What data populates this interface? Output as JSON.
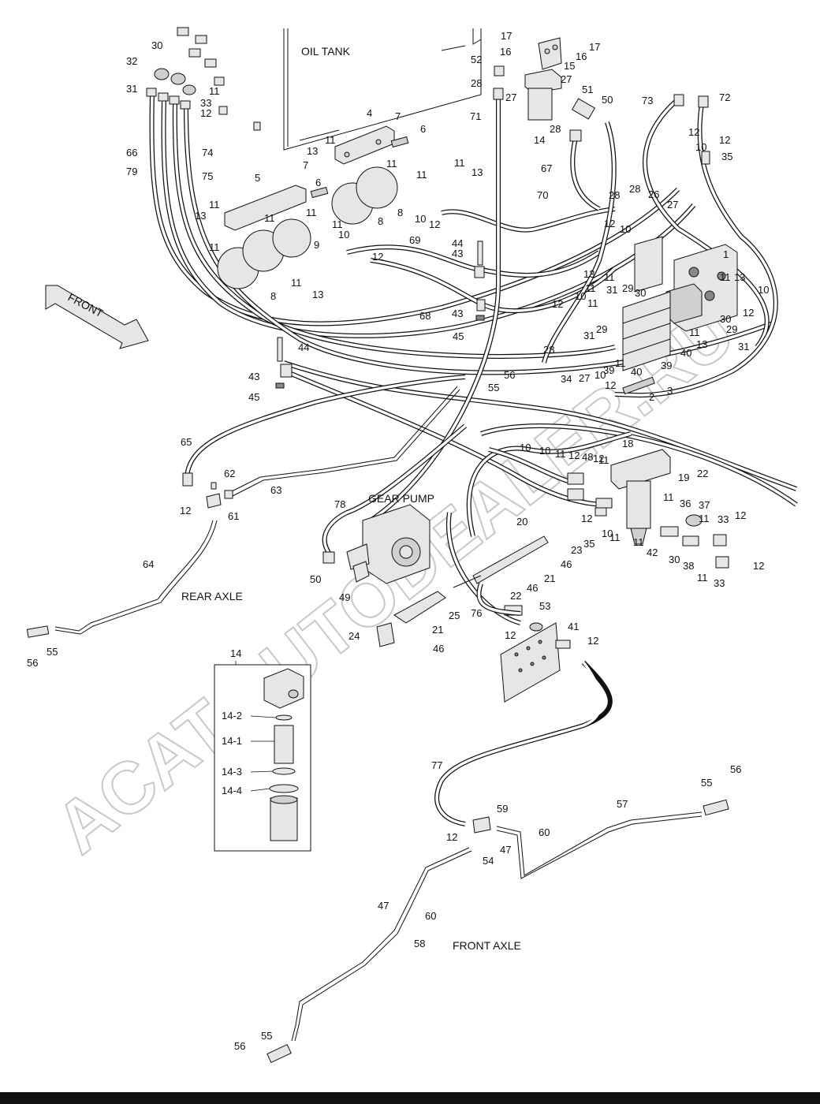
{
  "diagram": {
    "titles": {
      "oil_tank": "OIL TANK",
      "gear_pump": "GEAR PUMP",
      "rear_axle": "REAR AXLE",
      "front_axle": "FRONT AXLE",
      "front_arrow": "FRONT"
    },
    "watermark": "ACAT.AUTODEALER.RU",
    "inset": {
      "part_number": "14",
      "items": [
        "14-2",
        "14-1",
        "14-3",
        "14-4"
      ]
    },
    "callouts": [
      "30",
      "32",
      "31",
      "11",
      "33",
      "12",
      "66",
      "79",
      "74",
      "75",
      "5",
      "4",
      "7",
      "6",
      "13",
      "11",
      "8",
      "9",
      "10",
      "69",
      "68",
      "43",
      "44",
      "45",
      "17",
      "16",
      "15",
      "52",
      "28",
      "27",
      "71",
      "14",
      "51",
      "50",
      "67",
      "70",
      "73",
      "72",
      "35",
      "1",
      "29",
      "26",
      "2",
      "3",
      "39",
      "40",
      "34",
      "56",
      "55",
      "65",
      "62",
      "63",
      "61",
      "64",
      "78",
      "49",
      "18",
      "19",
      "22",
      "36",
      "37",
      "38",
      "42",
      "48",
      "20",
      "23",
      "21",
      "46",
      "25",
      "24",
      "53",
      "41",
      "76",
      "77",
      "59",
      "54",
      "47",
      "60",
      "57",
      "58"
    ]
  }
}
